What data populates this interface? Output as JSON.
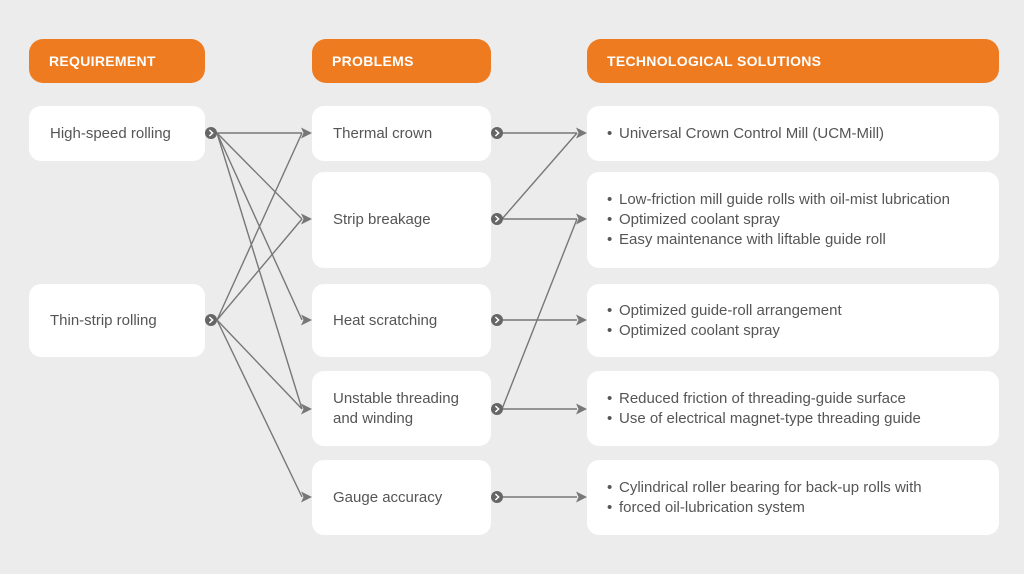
{
  "headers": {
    "requirement": "REQUIREMENT",
    "problems": "PROBLEMS",
    "solutions": "TECHNOLOGICAL SOLUTIONS"
  },
  "requirements": [
    "High-speed rolling",
    "Thin-strip rolling"
  ],
  "problems": [
    "Thermal crown",
    "Strip breakage",
    "Heat scratching",
    "Unstable threading\nand winding",
    "Gauge accuracy"
  ],
  "solutions": [
    [
      "Universal Crown Control Mill (UCM-Mill)"
    ],
    [
      "Low-friction mill guide rolls with oil-mist lubrication",
      "Optimized coolant spray",
      "Easy maintenance with liftable guide roll"
    ],
    [
      "Optimized guide-roll arrangement",
      "Optimized coolant spray"
    ],
    [
      "Reduced friction of threading-guide surface",
      "Use of electrical magnet-type threading guide"
    ],
    [
      "Cylindrical roller bearing for back-up rolls with",
      "forced oil-lubrication system"
    ]
  ],
  "colors": {
    "accent": "#ee7b1f",
    "background": "#ececec",
    "box": "#ffffff",
    "text": "#555555",
    "connector": "#777777"
  }
}
